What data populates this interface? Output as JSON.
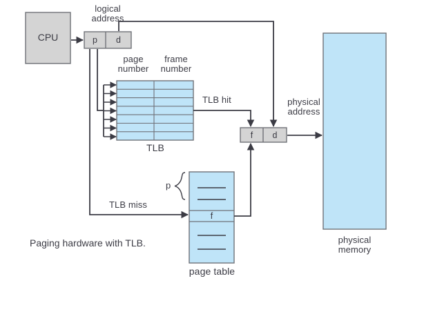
{
  "figure": {
    "caption": "Paging hardware with TLB.",
    "colors": {
      "register_fill": "#d4d4d4",
      "table_fill": "#bfe4f8",
      "stroke": "#6f7177",
      "line": "#3b3b44",
      "text": "#3b3b44",
      "background": "#ffffff"
    }
  },
  "cpu": {
    "label": "CPU"
  },
  "logical_address": {
    "title": "logical\naddress",
    "title_line1": "logical",
    "title_line2": "address",
    "page_field": "p",
    "offset_field": "d"
  },
  "tlb": {
    "label": "TLB",
    "column_headers": {
      "page_number_line1": "page",
      "page_number_line2": "number",
      "frame_number_line1": "frame",
      "frame_number_line2": "number"
    },
    "row_count": 7,
    "hit_label": "TLB hit",
    "miss_label": "TLB miss"
  },
  "page_table": {
    "label": "page table",
    "index_label": "p",
    "frame_entry": "f",
    "row_count": 5,
    "entry_row_index": 2
  },
  "physical_address": {
    "title_line1": "physical",
    "title_line2": "address",
    "frame_field": "f",
    "offset_field": "d"
  },
  "physical_memory": {
    "label_line1": "physical",
    "label_line2": "memory"
  }
}
